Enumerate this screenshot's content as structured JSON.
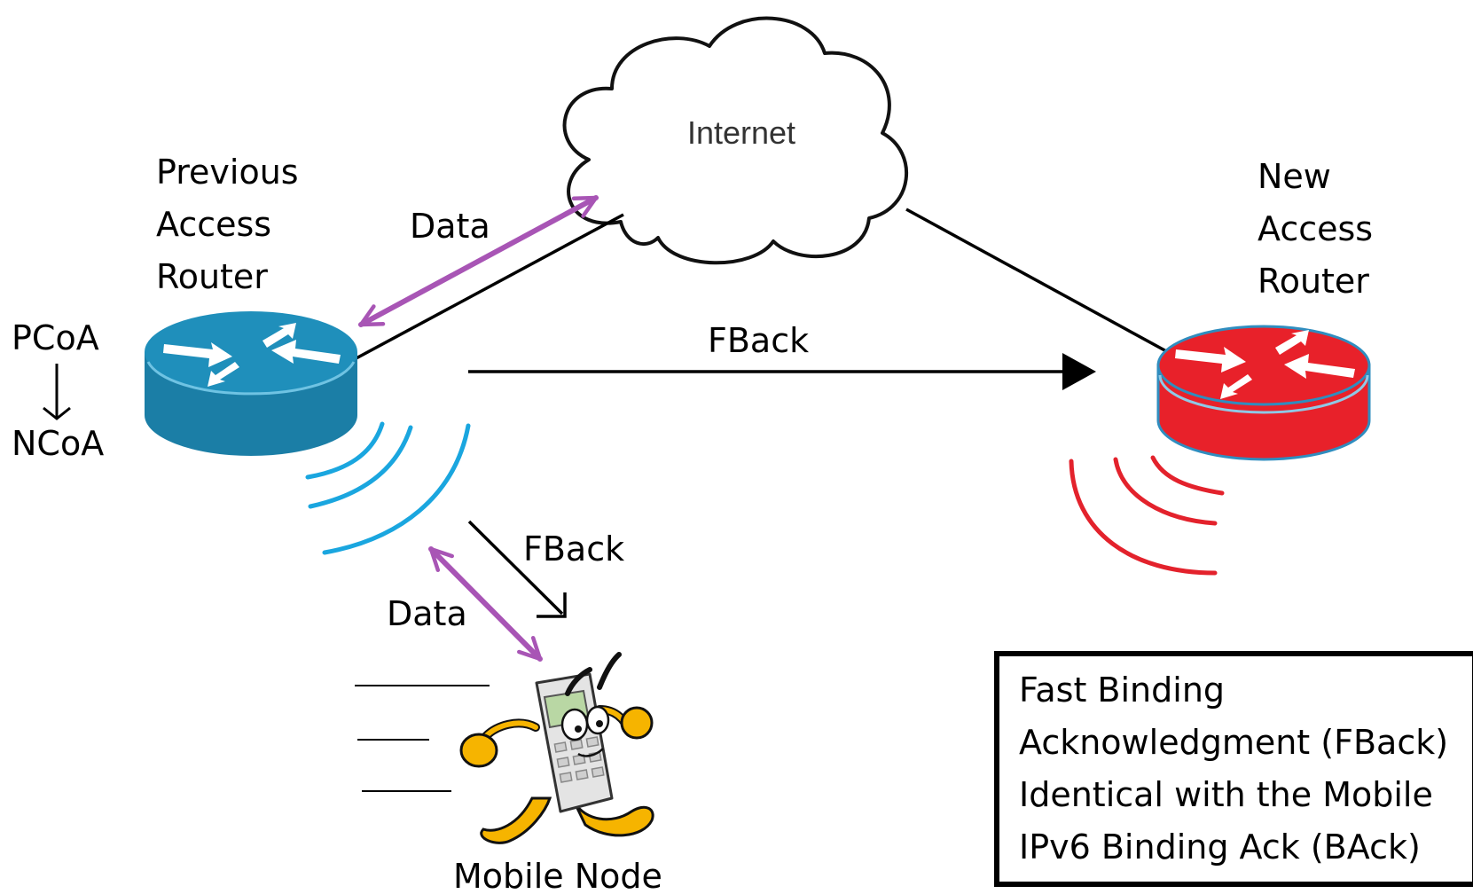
{
  "cloud": {
    "label": "Internet"
  },
  "previous_router": {
    "label_lines": [
      "Previous",
      "Access",
      "Router"
    ]
  },
  "new_router": {
    "label_lines": [
      "New",
      "Access",
      "Router"
    ]
  },
  "address_change": {
    "from": "PCoA",
    "to": "NCoA"
  },
  "links": {
    "data_top": "Data",
    "fback_main": "FBack",
    "fback_mobile": "FBack",
    "data_mobile": "Data"
  },
  "mobile_node": {
    "label": "Mobile Node"
  },
  "note": {
    "lines": [
      "Fast Binding",
      "Acknowledgment (FBack)",
      "Identical with the Mobile",
      "IPv6 Binding Ack (BAck)"
    ]
  },
  "colors": {
    "previous_router": "#1b7ea6",
    "new_router": "#e8212a",
    "wireless_blue": "#1aa6df",
    "wireless_red": "#e3222c",
    "data_arrow": "#a855b5"
  }
}
